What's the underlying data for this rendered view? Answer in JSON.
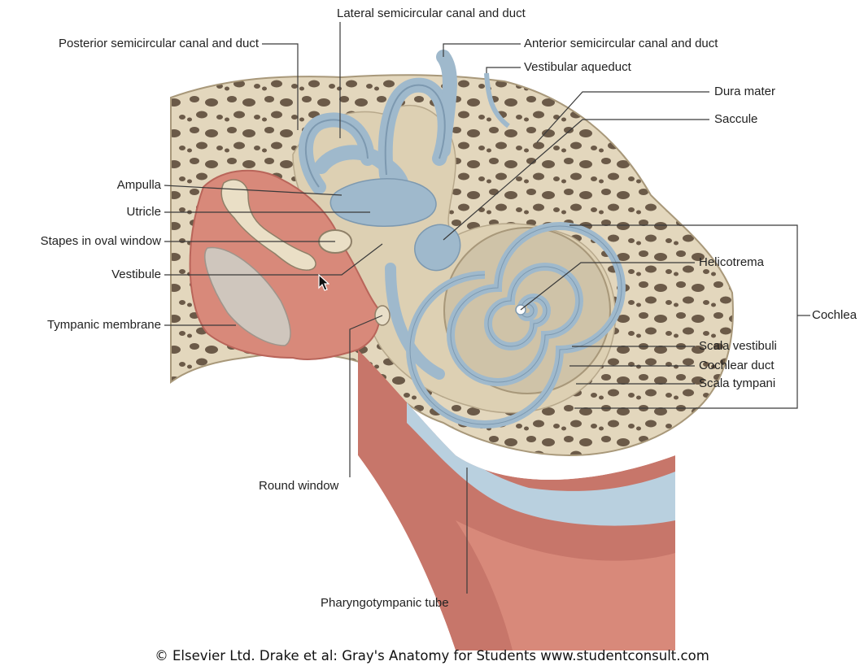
{
  "labels": {
    "lateral_canal": "Lateral semicircular canal and duct",
    "posterior_canal": "Posterior semicircular canal and duct",
    "anterior_canal": "Anterior semicircular canal and duct",
    "vestibular_aqueduct": "Vestibular aqueduct",
    "dura_mater": "Dura mater",
    "saccule": "Saccule",
    "ampulla": "Ampulla",
    "utricle": "Utricle",
    "stapes": "Stapes in oval window",
    "vestibule": "Vestibule",
    "tympanic_membrane": "Tympanic membrane",
    "helicotrema": "Helicotrema",
    "cochlea": "Cochlea",
    "scala_vestibuli": "Scala vestibuli",
    "cochlear_duct": "Cochlear duct",
    "scala_tympani": "Scala tympani",
    "round_window": "Round window",
    "pharyngotympanic_tube": "Pharyngotympanic tube"
  },
  "credit": "© Elsevier Ltd. Drake et al: Gray's Anatomy for Students www.studentconsult.com",
  "colors": {
    "bone": "#e3d7bd",
    "bone_pore": "#6b5a48",
    "labyrinth": "#9fb9cc",
    "flesh": "#d8897a",
    "flesh_dark": "#b9655a",
    "leader": "#3a3a3a",
    "text": "#222222"
  },
  "cursor_icon": "arrow-pointer-icon"
}
